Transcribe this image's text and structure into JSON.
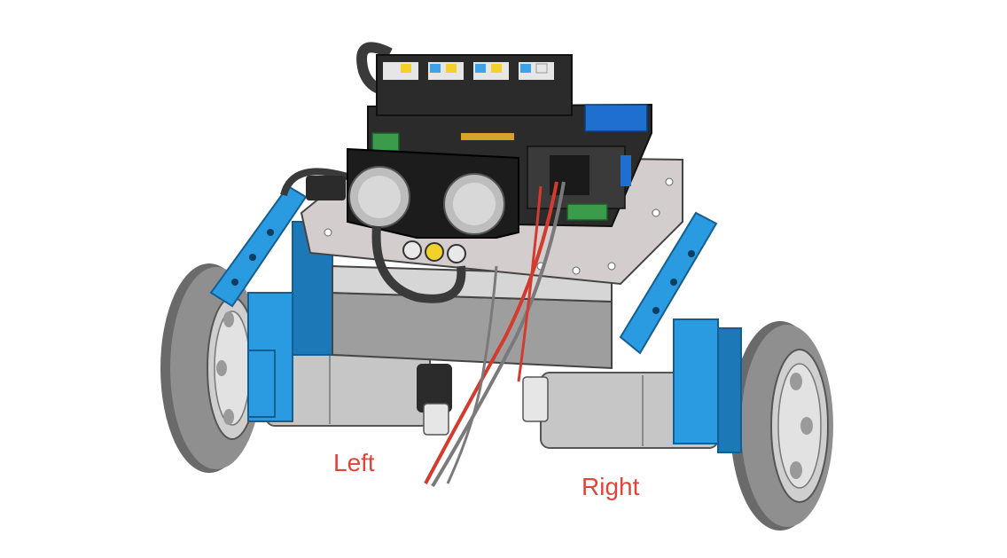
{
  "labels": {
    "left": "Left",
    "right": "Right"
  },
  "colors": {
    "background": "#ffffff",
    "label_text": "#e0453a",
    "frame_blue": "#2a9be0",
    "frame_blue_dark": "#1d78b8",
    "tire": "#8f8f8f",
    "tire_dark": "#6a6a6a",
    "rim": "#d9d9d9",
    "motor": "#c6c6c6",
    "plate": "#d3cdcd",
    "board": "#2b2b2b",
    "sensor": "#1c1c1c",
    "cable_red": "#d23b2e",
    "cable_gray": "#7a7a7a",
    "connector_white": "#e6e6e6",
    "connector_yellow": "#f2d12a",
    "connector_blue": "#3ea2e8",
    "wifi_blue": "#1f6fd1",
    "terminal_green": "#3a9b4a"
  },
  "icons": [
    "robot-illustration",
    "ultrasonic-sensor-icon",
    "wheel-icon",
    "motor-icon"
  ]
}
